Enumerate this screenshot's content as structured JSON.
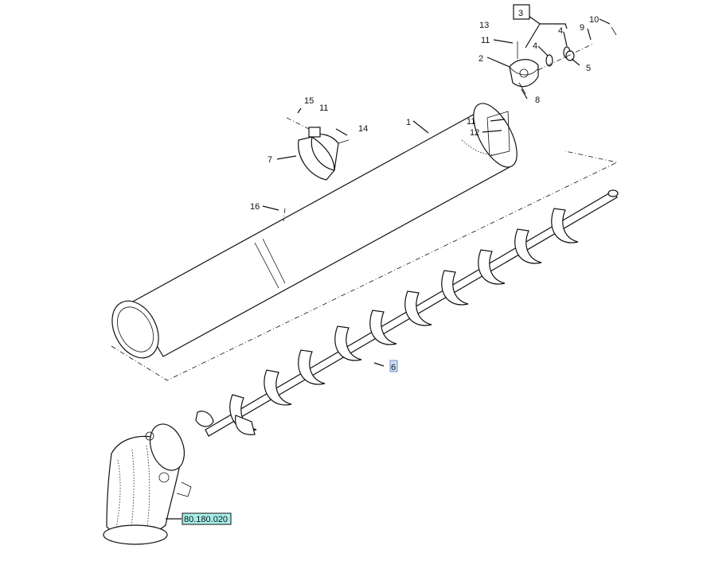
{
  "callouts": {
    "c1": "1",
    "c2": "2",
    "c3": "3",
    "c4a": "4",
    "c4b": "4",
    "c5": "5",
    "c6": "6",
    "c7": "7",
    "c8": "8",
    "c9": "9",
    "c10": "10",
    "c11a": "11",
    "c11b": "11",
    "c11c": "11",
    "c12": "12",
    "c13": "13",
    "c14": "14",
    "c15": "15",
    "c16": "16"
  },
  "reference_label": "80.180.020",
  "colors": {
    "highlight": "#cfe0f5",
    "reference_box": "#a7efe9"
  }
}
